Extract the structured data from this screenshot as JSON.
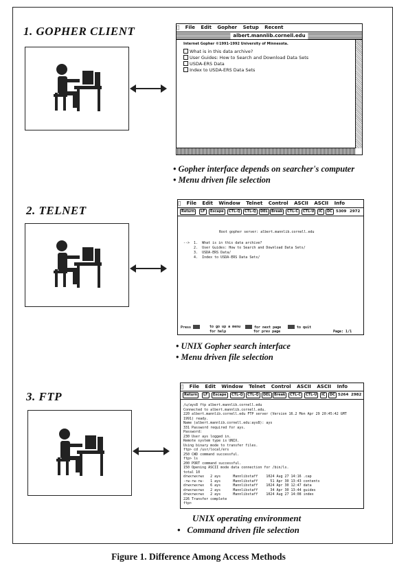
{
  "sections": [
    {
      "title": "1.  GOPHER CLIENT",
      "bullets": [
        "• Gopher interface depends on searcher's computer",
        "• Menu driven file selection"
      ]
    },
    {
      "title": "2.   TELNET",
      "bullets": [
        "•  UNIX Gopher search interface",
        "•  Menu driven  file  selection"
      ]
    },
    {
      "title": "3.   FTP",
      "bullets": [
        "UNIX operating environment",
        "Command driven file selection"
      ]
    }
  ],
  "gopher_window": {
    "menu": [
      "File",
      "Edit",
      "Gopher",
      "Setup",
      "Recent"
    ],
    "title": "albert.mannlib.cornell.edu",
    "subtitle": "Internet Gopher ©1991-1992 University of Minnesota.",
    "items": [
      "What is in this data archive?",
      "User Guides: How to Search and Download Data Sets",
      "USDA-ERS Data",
      "Index to USDA-ERS Data Sets"
    ]
  },
  "telnet_window": {
    "menu": [
      "File",
      "Edit",
      "Window",
      "Telnet",
      "Control",
      "ASCII",
      "ASCII",
      "Info"
    ],
    "buttons": [
      "Return",
      "LF",
      "Escape",
      "CTL-Q",
      "CTL-Q",
      "DEL",
      "Break",
      "CTL-C",
      "CTL-U",
      "IC",
      "DC"
    ],
    "nums": [
      "5309",
      "2972"
    ],
    "header": "Root gopher server: albert.mannlib.cornell.edu",
    "lines": [
      "-->  1.  What is in this data archive?",
      "     2.  User Guides: How to Search and Download Data Sets/",
      "     3.  USDA-ERS Data/",
      "     4.  Index to USDA-ERS Data Sets/"
    ],
    "footer": {
      "press": "Press",
      "go_up": "to go up a menu",
      "help": "for help",
      "next": "for next page",
      "prev": "for prev page",
      "quit": "to quit",
      "page": "Page: 1/1"
    }
  },
  "ftp_window": {
    "menu": [
      "File",
      "Edit",
      "Window",
      "Telnet",
      "Control",
      "ASCII",
      "ASCII",
      "Info"
    ],
    "buttons": [
      "Return",
      "LF",
      "Escape",
      "CTL-Q",
      "CTL-Q",
      "DEL",
      "Break",
      "CTL-C",
      "CTL-U",
      "IC",
      "DC"
    ],
    "nums": [
      "5264",
      "2982"
    ],
    "lines": [
      "/u/ays8 ftp albert.mannlib.cornell.edu",
      "Connected to albert.mannlib.cornell.edu.",
      "220 albert.mannlib.cornell.edu FTP server (Version 16.2 Mon Apr 29 20:45:42 GMT",
      "1991) ready.",
      "Name (albert.mannlib.cornell.edu:ays8): ays",
      "331 Password required for ays.",
      "Password:",
      "230 User ays logged in.",
      "Remote system type is UNIX.",
      "Using binary mode to transfer files.",
      "ftp> cd /usr/local/ers",
      "250 CWD command successful.",
      "ftp> ls",
      "200 PORT command successful.",
      "150 Opening ASCII mode data connection for /bin/ls.",
      "total 10",
      "drwxrwxrwx   2 ays      Mannlibstaff    1024 Aug 27 14:16 .cap",
      "-rw-rw-rw-   1 ays      Mannlibstaff      51 Apr 30 13:43 contents",
      "drwxrwxrwx   6 ays      Mannlibstaff    1024 Apr 30 12:47 data",
      "drwxrwxrwx   2 ays      Mannlibstaff      34 Apr 30 13:44 guides",
      "drwxrwxrwx   2 ays      Mannlibstaff    1024 Aug 27 14:08 index",
      "226 Transfer complete",
      "ftp>"
    ]
  },
  "caption": "Figure 1.  Difference Among Access Methods"
}
